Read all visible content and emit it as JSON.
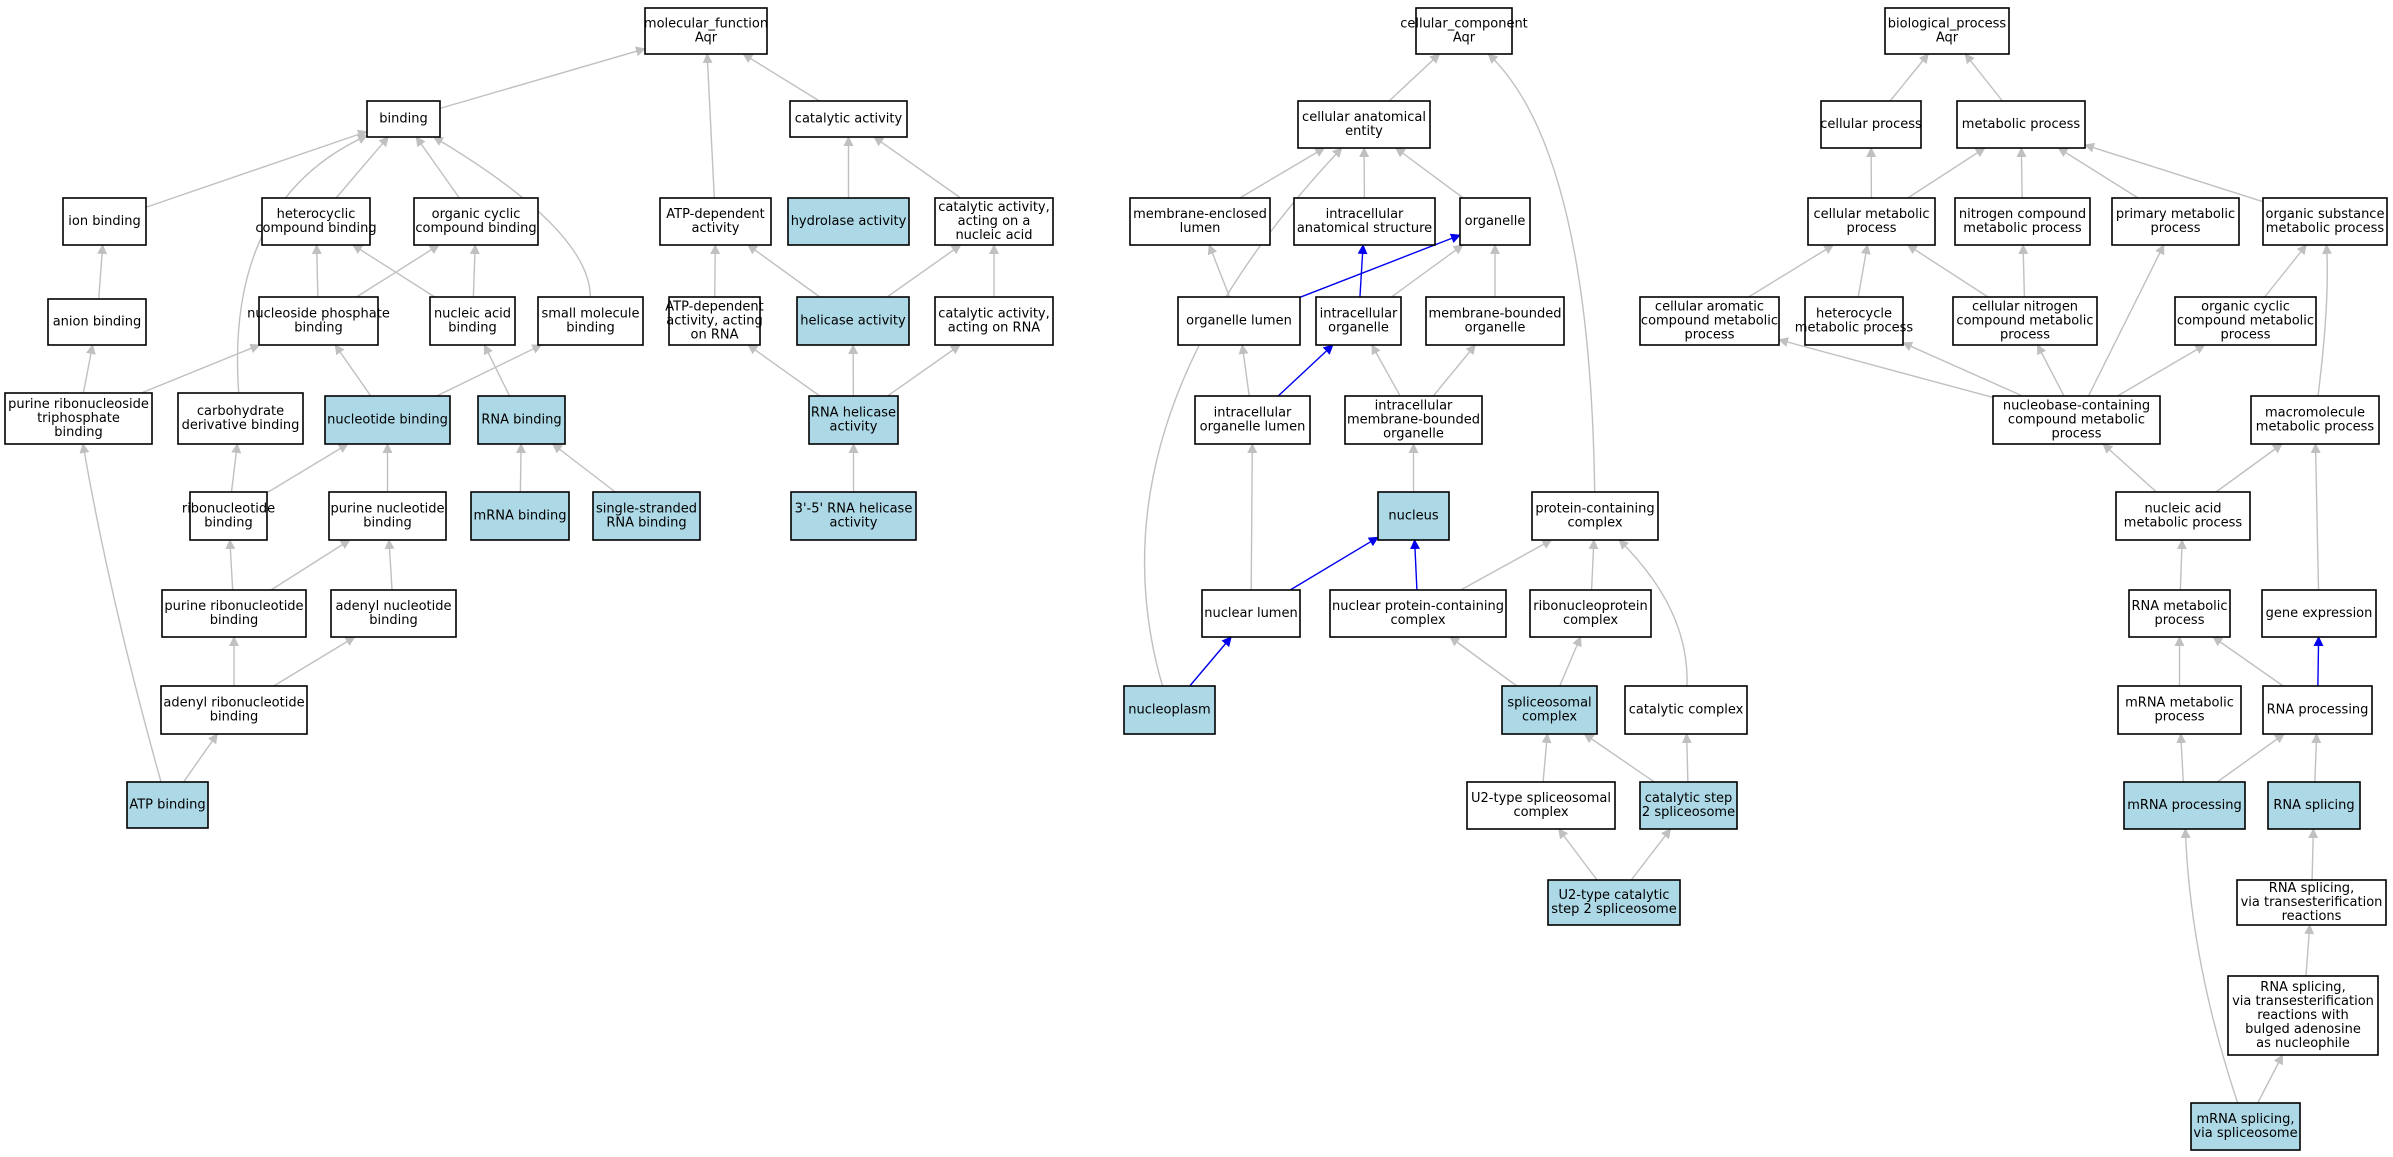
{
  "colors": {
    "plain": "#ffffff",
    "highlight": "#add8e6",
    "edge": "#c0c0c0",
    "edge_strong": "#0000ee"
  },
  "nodes": {
    "mf": [
      "molecular_function",
      "Aqr"
    ],
    "binding": [
      "binding"
    ],
    "catalytic": [
      "catalytic activity"
    ],
    "ion": [
      "ion binding"
    ],
    "hetcyc": [
      "heterocyclic",
      "compound binding"
    ],
    "orgcyc": [
      "organic cyclic",
      "compound binding"
    ],
    "atpdep": [
      "ATP-dependent",
      "activity"
    ],
    "hydrolase": [
      "hydrolase activity"
    ],
    "catnuc": [
      "catalytic activity,",
      "acting on a",
      "nucleic acid"
    ],
    "anion": [
      "anion binding"
    ],
    "nucphos": [
      "nucleoside phosphate",
      "binding"
    ],
    "nucacid": [
      "nucleic acid",
      "binding"
    ],
    "smallmol": [
      "small molecule",
      "binding"
    ],
    "atpdeprna": [
      "ATP-dependent",
      "activity, acting",
      "on RNA"
    ],
    "helicase": [
      "helicase activity"
    ],
    "catrna": [
      "catalytic activity,",
      "acting on RNA"
    ],
    "purtri": [
      "purine ribonucleoside",
      "triphosphate",
      "binding"
    ],
    "carb": [
      "carbohydrate",
      "derivative binding"
    ],
    "nucleotide": [
      "nucleotide binding"
    ],
    "rnab": [
      "RNA binding"
    ],
    "rnahel": [
      "RNA helicase",
      "activity"
    ],
    "ribonuc": [
      "ribonucleotide",
      "binding"
    ],
    "purnuc": [
      "purine nucleotide",
      "binding"
    ],
    "mrnab": [
      "mRNA binding"
    ],
    "ssrna": [
      "single-stranded",
      "RNA binding"
    ],
    "hel35": [
      "3'-5' RNA helicase",
      "activity"
    ],
    "purribo": [
      "purine ribonucleotide",
      "binding"
    ],
    "adenyl": [
      "adenyl nucleotide",
      "binding"
    ],
    "adenylribo": [
      "adenyl ribonucleotide",
      "binding"
    ],
    "atpb": [
      "ATP binding"
    ],
    "cc": [
      "cellular_component",
      "Aqr"
    ],
    "cae": [
      "cellular anatomical",
      "entity"
    ],
    "memlumen": [
      "membrane-enclosed",
      "lumen"
    ],
    "intracas": [
      "intracellular",
      "anatomical structure"
    ],
    "organelle": [
      "organelle"
    ],
    "orglumen": [
      "organelle lumen"
    ],
    "intorg": [
      "intracellular",
      "organelle"
    ],
    "membound": [
      "membrane-bounded",
      "organelle"
    ],
    "intorglumen": [
      "intracellular",
      "organelle lumen"
    ],
    "intmemb": [
      "intracellular",
      "membrane-bounded",
      "organelle"
    ],
    "nucleus": [
      "nucleus"
    ],
    "protcomplex": [
      "protein-containing",
      "complex"
    ],
    "nuclumen": [
      "nuclear lumen"
    ],
    "nucprot": [
      "nuclear protein-containing",
      "complex"
    ],
    "ribonucprot": [
      "ribonucleoprotein",
      "complex"
    ],
    "nucleoplasm": [
      "nucleoplasm"
    ],
    "splice": [
      "spliceosomal",
      "complex"
    ],
    "catcomplex": [
      "catalytic complex"
    ],
    "u2": [
      "U2-type spliceosomal",
      "complex"
    ],
    "catstep2": [
      "catalytic step",
      "2 spliceosome"
    ],
    "u2cat": [
      "U2-type catalytic",
      "step 2 spliceosome"
    ],
    "bp": [
      "biological_process",
      "Aqr"
    ],
    "cellproc": [
      "cellular process"
    ],
    "metproc": [
      "metabolic process"
    ],
    "cellmet": [
      "cellular metabolic",
      "process"
    ],
    "nitro": [
      "nitrogen compound",
      "metabolic process"
    ],
    "primet": [
      "primary metabolic",
      "process"
    ],
    "orgsub": [
      "organic substance",
      "metabolic process"
    ],
    "cellarom": [
      "cellular aromatic",
      "compound metabolic",
      "process"
    ],
    "hetmet": [
      "heterocycle",
      "metabolic process"
    ],
    "cellnitro": [
      "cellular nitrogen",
      "compound metabolic",
      "process"
    ],
    "orgcycmet": [
      "organic cyclic",
      "compound metabolic",
      "process"
    ],
    "nucbase": [
      "nucleobase-containing",
      "compound metabolic",
      "process"
    ],
    "macro": [
      "macromolecule",
      "metabolic process"
    ],
    "nucmet": [
      "nucleic acid",
      "metabolic process"
    ],
    "rnamet": [
      "RNA metabolic",
      "process"
    ],
    "geneexp": [
      "gene expression"
    ],
    "mrnamet": [
      "mRNA metabolic",
      "process"
    ],
    "rnaproc": [
      "RNA processing"
    ],
    "mrnaproc": [
      "mRNA processing"
    ],
    "rnasplice": [
      "RNA splicing"
    ],
    "rnatrans": [
      "RNA splicing,",
      "via transesterification",
      "reactions"
    ],
    "rnabulged": [
      "RNA splicing,",
      "via transesterification",
      "reactions with",
      "bulged adenosine",
      "as nucleophile"
    ],
    "mrnasplice": [
      "mRNA splicing,",
      "via spliceosome"
    ]
  }
}
